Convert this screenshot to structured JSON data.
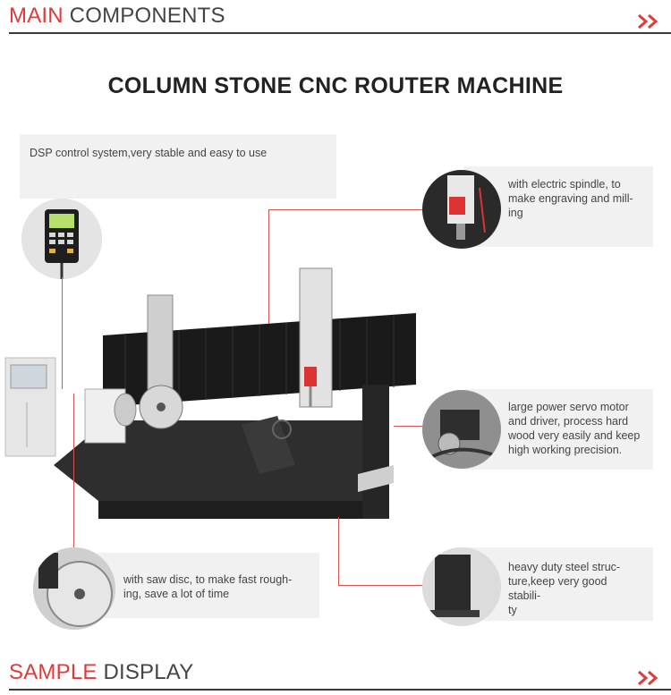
{
  "header_main": {
    "accent": "MAIN",
    "rest": " COMPONENTS"
  },
  "main_title": "COLUMN STONE CNC ROUTER MACHINE",
  "callouts": {
    "dsp": "DSP control system,very stable and easy to use",
    "spindle": [
      "with  electric spindle, to",
      "make engraving and mill-",
      "ing"
    ],
    "servo": [
      "large power servo motor",
      "and driver, process hard",
      "wood very easily and keep",
      "high working precision."
    ],
    "saw": [
      "with saw disc, to make fast rough-",
      "ing, save a lot of time"
    ],
    "steel": [
      "heavy duty steel struc-",
      "ture,keep very good stabili-",
      "ty"
    ]
  },
  "header_sample": {
    "accent": "SAMPLE",
    "rest": " DISPLAY"
  },
  "colors": {
    "accent": "#e03a3a",
    "line": "#d9534f",
    "callout_bg": "#f1f1f1",
    "rule": "#3a3a3a"
  },
  "icons": {
    "header_arrow": "double-chevron-right-icon"
  }
}
